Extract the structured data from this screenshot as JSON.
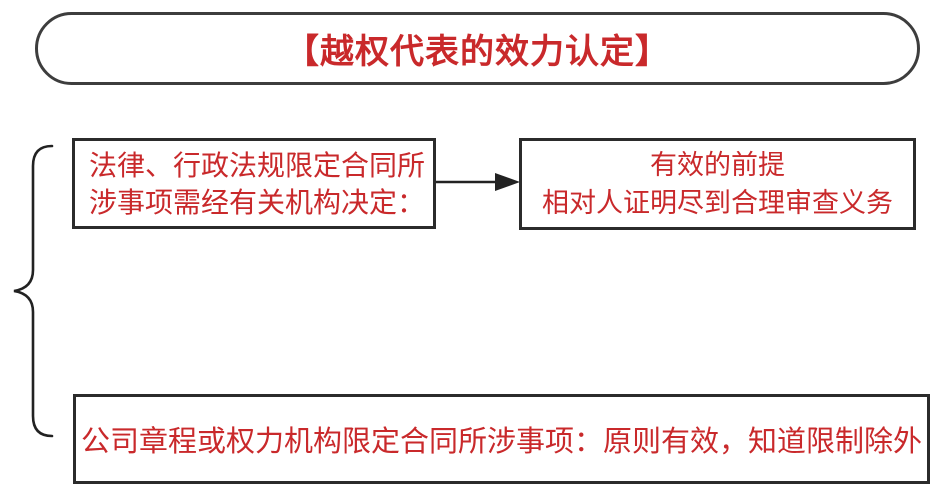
{
  "colors": {
    "red": "#c9292b",
    "border-dark": "#2b2b2b",
    "border-pill": "#3d3d3d",
    "ink": "#222222"
  },
  "title": {
    "label": "【越权代表的效力认定】"
  },
  "flow": {
    "condition_box": {
      "line1": "法律、行政法规限定合同所",
      "line2": "涉事项需经有关机构决定："
    },
    "result_box": {
      "line1": "有效的前提",
      "line2": "相对人证明尽到合理审查义务"
    },
    "bottom_box": {
      "label": "公司章程或权力机构限定合同所涉事项：原则有效，知道限制除外"
    }
  }
}
